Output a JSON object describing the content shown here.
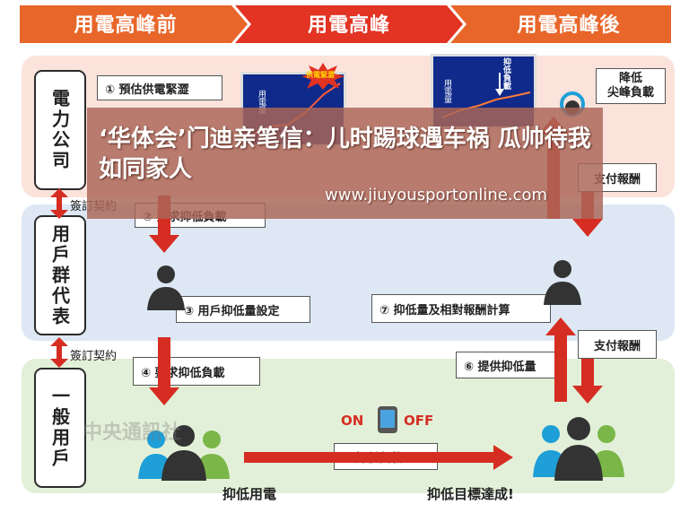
{
  "phases": [
    "用電高峰前",
    "用電高峰",
    "用電高峰後"
  ],
  "rows": {
    "utility": "電力公司",
    "aggregator": "用戶群代表",
    "household": "一般用戶"
  },
  "contracts": [
    "簽訂契約",
    "簽訂契約"
  ],
  "steps": {
    "s1": "① 預估供電緊澀",
    "s2": "② 要求抑低負載",
    "s3": "③ 用戶抑低量設定",
    "s4": "④ 要求抑低負載",
    "s5": "⑤ 抑低負載",
    "s6": "⑥ 提供抑低量",
    "s7": "⑦ 抑低量及相對報酬計算"
  },
  "payments": [
    "支付報酬",
    "支付報酬"
  ],
  "labels": {
    "peak_reduce": "降低\n尖峰負載",
    "reduce_power": "抑低用電",
    "target_reached": "抑低目標達成!",
    "on": "ON",
    "off": "OFF",
    "supply_tight": "供電緊澀",
    "reduce_load": "抑低負載",
    "axis_usage": "用電量",
    "watermark": "中央通訊社"
  },
  "overlay": {
    "title": "‘华体会’门迪亲笔信：儿时踢球遇车祸 瓜帅待我如同家人",
    "url": "www.jiuyousportonline.com"
  },
  "colors": {
    "phase1": "#e8662a",
    "phase2": "#e23323",
    "phase3": "#e8662a",
    "arrow": "#d62d22",
    "row1": "#fbe3dc",
    "row2": "#dde8f4",
    "row3": "#e3f0d9"
  }
}
